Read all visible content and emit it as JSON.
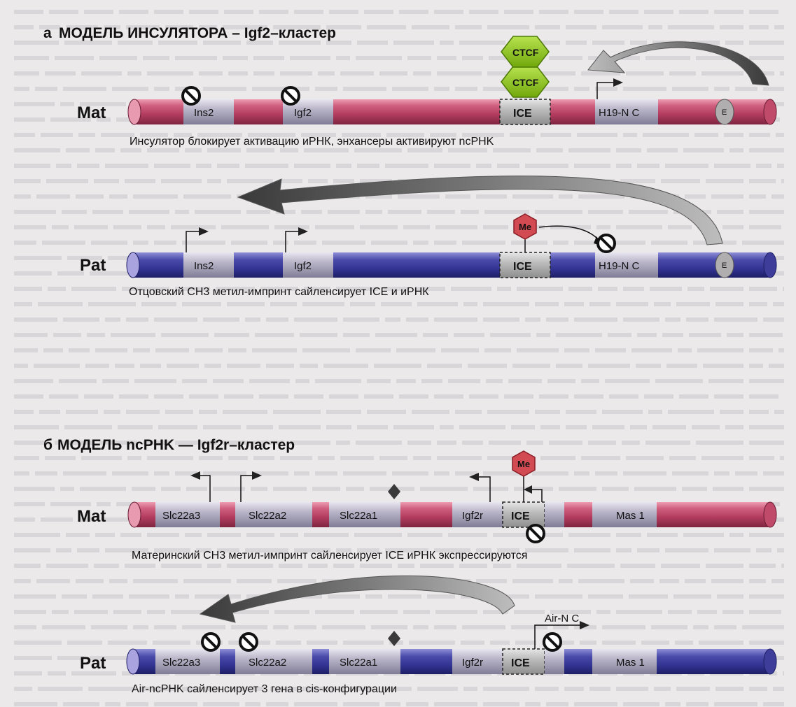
{
  "section_a": {
    "letter": "а",
    "title": "МОДЕЛЬ ИНСУЛЯТОРА – Igf2–кластер",
    "mat": {
      "label": "Mat",
      "genes": [
        "Ins2",
        "Igf2",
        "H19-N C"
      ],
      "ice": "ICE",
      "enhancer": "E",
      "ctcf": [
        "CTCF",
        "CTCF"
      ],
      "caption": "Инсулятор блокирует активацию иРНК, энхансеры активируют ncPHK"
    },
    "pat": {
      "label": "Pat",
      "genes": [
        "Ins2",
        "Igf2",
        "H19-N C"
      ],
      "ice": "ICE",
      "enhancer": "E",
      "me": "Me",
      "caption": "Отцовский СН3 метил-импринт сайленсирует ICE и иРНК"
    }
  },
  "section_b": {
    "letter": "б",
    "title": "МОДЕЛЬ ncPHK — Igf2r–кластер",
    "mat": {
      "label": "Mat",
      "genes": [
        "Slc22a3",
        "Slc22a2",
        "Slc22a1",
        "Igf2r",
        "Mas 1"
      ],
      "ice": "ICE",
      "me": "Me",
      "caption": "Материнский СН3 метил-импринт сайленсирует ICE иРНК экспрессируются"
    },
    "pat": {
      "label": "Pat",
      "genes": [
        "Slc22a3",
        "Slc22a2",
        "Slc22a1",
        "Igf2r",
        "Mas 1"
      ],
      "ice": "ICE",
      "air": "Air-N C",
      "caption": "Air-ncPHK сайленсирует 3 гена в cis-конфигурации"
    }
  },
  "colors": {
    "mat_chromosome": "#c04a6a",
    "pat_chromosome": "#3e3e9a",
    "gene_block": "#b7b3c8",
    "ctcf": "#8ec21c",
    "methyl": "#d24a52",
    "background_text": "#c9c7c8"
  },
  "icons": [
    "block-icon",
    "arrow-icon",
    "ctcf-icon",
    "methyl-icon",
    "diamond-icon"
  ]
}
